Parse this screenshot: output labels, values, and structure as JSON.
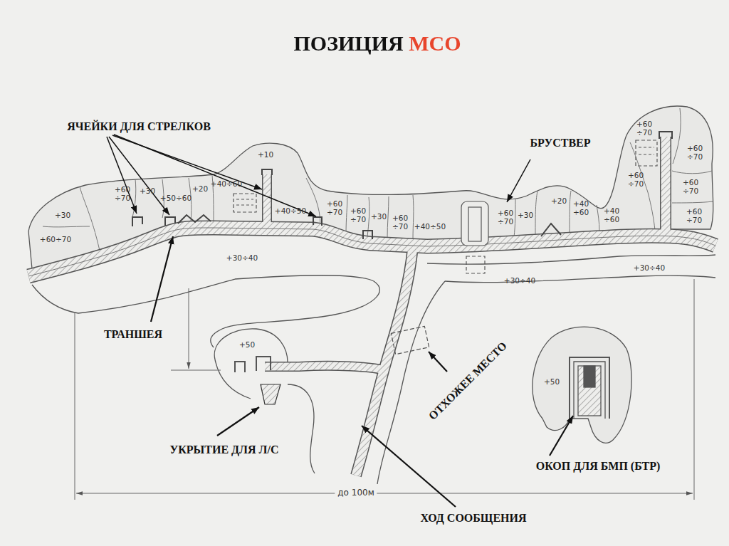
{
  "diagram": {
    "title": "ПОЗИЦИЯ МСО",
    "labels": [
      "ЯЧЕЙКИ ДЛЯ СТРЕЛКОВ",
      "БРУСТВЕР",
      "ТРАНШЕЯ",
      "ОТХОЖЕЕ МЕСТО",
      "УКРЫТИЕ ДЛЯ Л/С",
      "ОКОП ДЛЯ БМП (БТР)",
      "ХОД СООБЩЕНИЯ",
      "до 100м",
      "+30",
      "+60÷70",
      "+60 ÷70",
      "+30",
      "+50÷60",
      "+20",
      "+40÷60",
      "+10",
      "+40÷50",
      "+60 ÷70",
      "+60 ÷70",
      "+30",
      "+60 ÷70",
      "+40÷50",
      "+60 ÷70",
      "+30",
      "+20",
      "+40 ÷60",
      "+40 ÷60",
      "+60 ÷70",
      "+60 ÷70",
      "+60 ÷70",
      "+60 ÷70",
      "+60 ÷70",
      "+30÷40",
      "+30÷40",
      "+30÷40",
      "+50",
      "+50"
    ]
  }
}
